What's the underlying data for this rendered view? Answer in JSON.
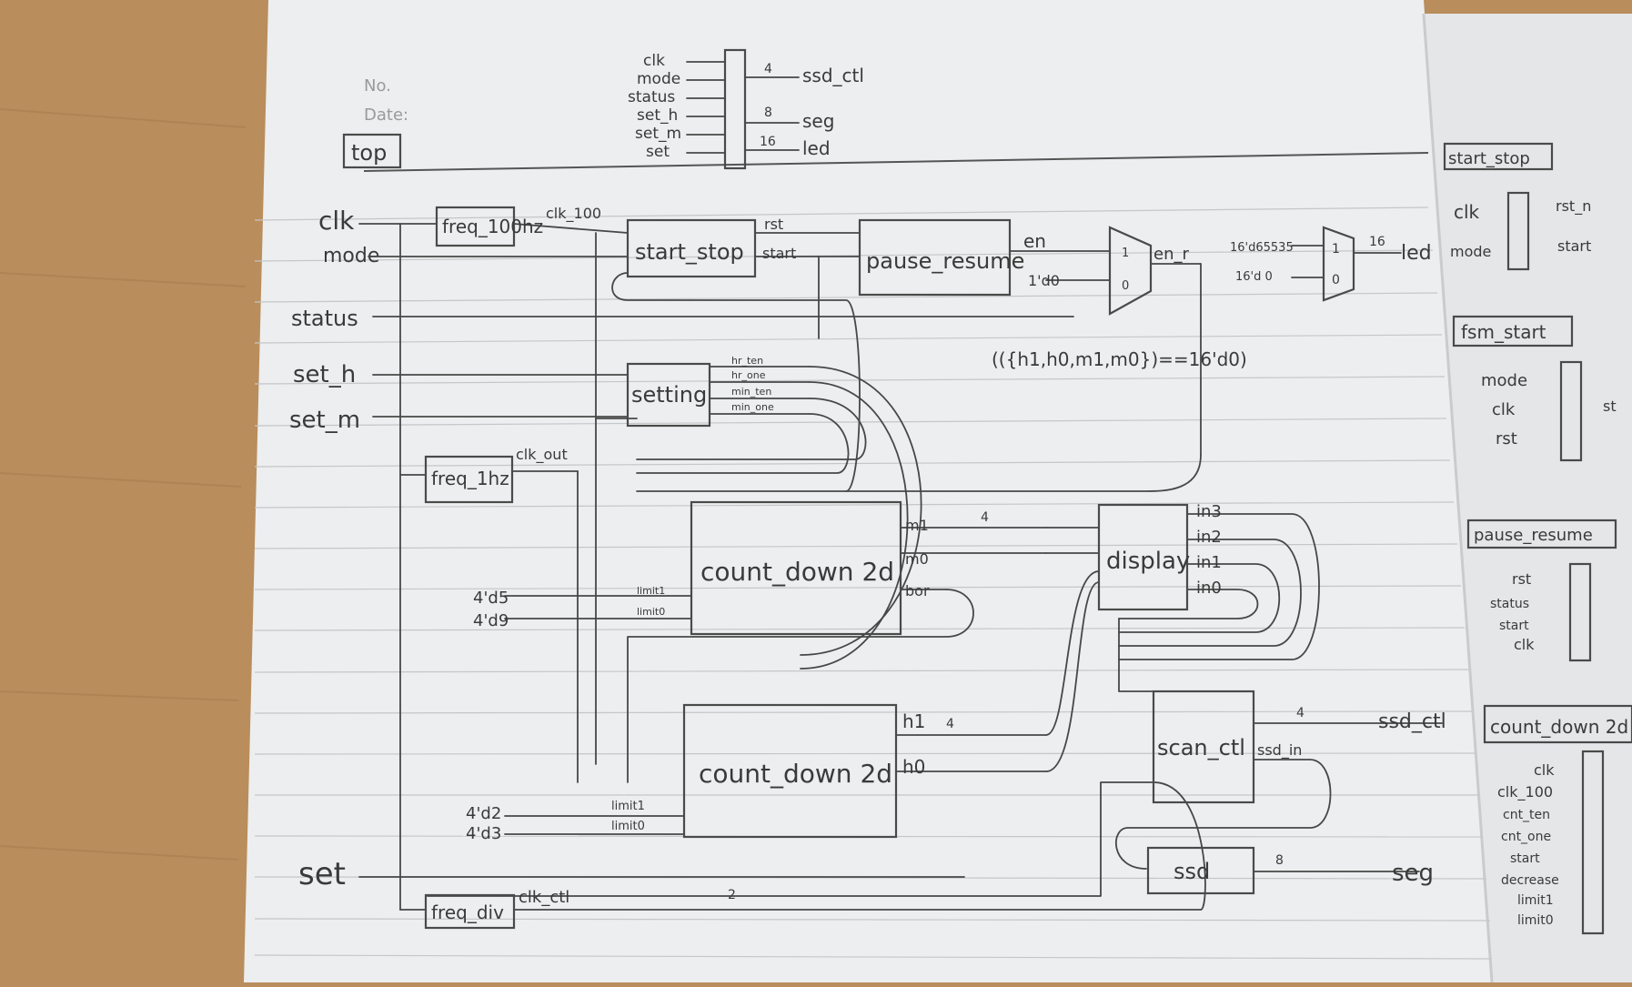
{
  "page": {
    "header_no": "No.",
    "header_date": "Date:"
  },
  "top_block": {
    "title": "top",
    "inputs": [
      "clk",
      "mode",
      "status",
      "set_h",
      "set_m",
      "set"
    ],
    "outputs": [
      "ssd_ctl",
      "seg",
      "led"
    ],
    "output_widths": [
      "4",
      "8",
      "16"
    ]
  },
  "inputs": [
    "clk",
    "mode",
    "status",
    "set_h",
    "set_m",
    "set"
  ],
  "modules": {
    "freq_100hz": "freq_100hz",
    "freq_1hz": "freq_1hz",
    "freq_div": "freq_div",
    "start_stop": "start_stop",
    "pause_resume": "pause_resume",
    "setting": "setting",
    "count_down_top": "count_down 2d",
    "count_down_bottom": "count_down 2d",
    "display": "display",
    "scan_ctl": "scan_ctl",
    "ssd": "ssd"
  },
  "signals": {
    "clk_100": "clk_100",
    "clk_out": "clk_out",
    "clk_ctl": "clk_ctl",
    "rst": "rst",
    "start": "start",
    "en": "en",
    "en_r": "en_r",
    "zero": "1'd0",
    "led_const_a": "16'd65535",
    "led_const_b": "16'd 0",
    "compare": "(({h1,h0,m1,m0})==16'd0)",
    "hr_ten": "hr_ten",
    "hr_one": "hr_one",
    "min_ten": "min_ten",
    "min_one": "min_one",
    "m1": "m1",
    "m0": "m0",
    "bor": "bor",
    "h1": "h1",
    "h0": "h0",
    "in3": "in3",
    "in2": "in2",
    "in1": "in1",
    "in0": "in0",
    "ssd_in": "ssd_in",
    "ssd_ctl": "ssd_ctl",
    "seg": "seg",
    "led": "led",
    "limit1": "limit1",
    "limit0": "limit0",
    "c5": "4'd5",
    "c9": "4'd9",
    "c2": "4'd2",
    "c3": "4'd3",
    "mux_top": "1",
    "mux_bottom": "0",
    "mux2_top": "1",
    "mux2_bottom": "0"
  },
  "widths": [
    "4",
    "2",
    "16",
    "8"
  ],
  "side_page": {
    "blocks": [
      {
        "title": "start_stop",
        "ports": [
          "clk",
          "mode",
          "rst_n",
          "start"
        ]
      },
      {
        "title": "fsm_start",
        "ports": [
          "mode",
          "clk",
          "rst",
          "st"
        ]
      },
      {
        "title": "pause_resume",
        "ports": [
          "rst",
          "status",
          "start",
          "clk"
        ]
      },
      {
        "title": "count_down 2d",
        "ports": [
          "clk",
          "clk_100",
          "cnt_ten",
          "cnt_one",
          "start",
          "decrease",
          "limit1",
          "limit0"
        ]
      }
    ]
  }
}
